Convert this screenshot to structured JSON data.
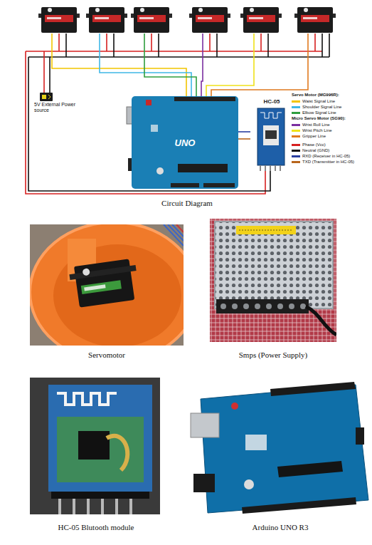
{
  "diagram": {
    "nodes": [
      {
        "text": [
          "5V External Power source"
        ]
      },
      {
        "text": [
          "UNO"
        ]
      },
      {
        "text": [
          "HC-05"
        ]
      }
    ],
    "edges": [
      {
        "from": 2,
        "to": 1,
        "arrow": "none"
      },
      {
        "from": 2,
        "to": 1,
        "arrow": "none"
      }
    ],
    "labels": [
      "Servo Motor (MG996R):",
      "Micro Servo Motor (SG90):",
      "Circuit Diagram",
      "Servomotor",
      "Smps (Power Supply)",
      "HC-05 Blutooth module",
      "Arduino UNO R3"
    ],
    "legend": [
      {
        "text": "Waist Signal Line",
        "color": "#f2c500"
      },
      {
        "text": "Shoulder Signal Line",
        "color": "#3fb8e6"
      },
      {
        "text": "Elbow Signal Line",
        "color": "#2e9e3e"
      },
      {
        "text": "Wrist Roll Line",
        "color": "#7b2fa0"
      },
      {
        "text": "Wrist Pitch Line",
        "color": "#efe21a"
      },
      {
        "text": "Gripper Line",
        "color": "#e07a1f"
      },
      {
        "text": "Phase (Vcc)",
        "color": "#d62020"
      },
      {
        "text": "Neutral (GND)",
        "color": "#111111"
      },
      {
        "text": "RXD (Receiver in HC-05)",
        "color": "#2a3fa0"
      },
      {
        "text": "TXD (Transmitter in HC-05)",
        "color": "#b8651c"
      }
    ]
  }
}
